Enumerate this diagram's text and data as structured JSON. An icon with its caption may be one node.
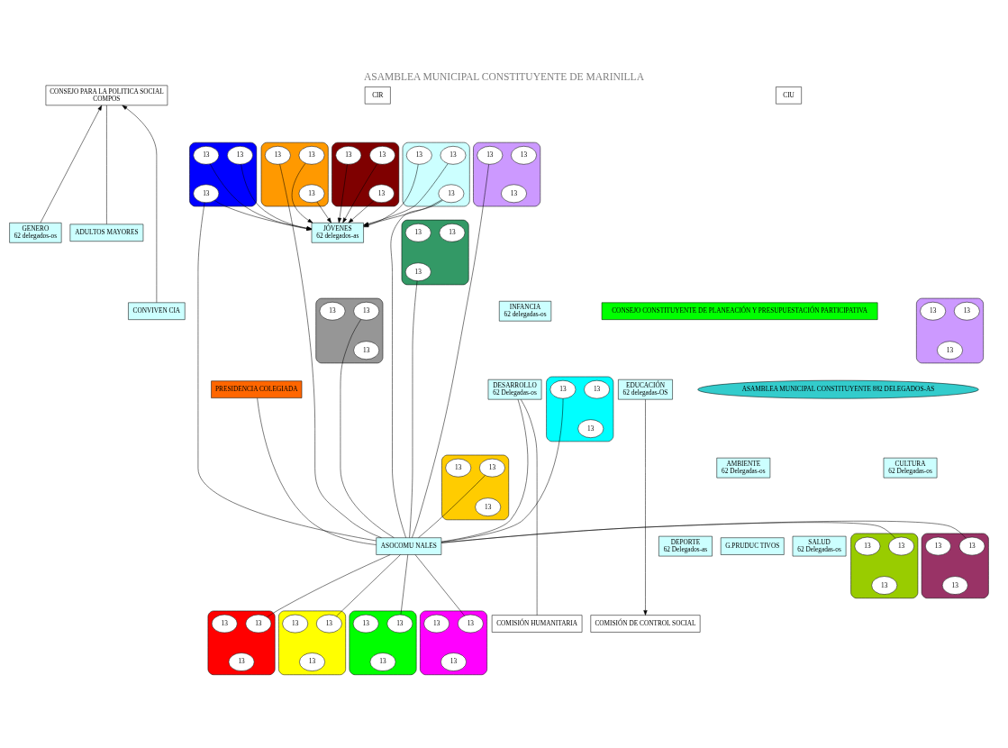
{
  "diagram": {
    "title": "ASAMBLEA MUNICIPAL CONSTITUYENTE DE MARINILLA",
    "nodes": [
      {
        "text": [
          "CONSEJO PARA LA POLITICA SOCIAL",
          "COMPOS"
        ]
      },
      {
        "text": [
          "CIR"
        ]
      },
      {
        "text": [],
        "shape": "ellipse"
      },
      {
        "text": [
          "13"
        ],
        "in": 2
      },
      {
        "text": [
          "13"
        ],
        "in": 2
      },
      {
        "text": [
          "13"
        ],
        "in": 2
      },
      {
        "text": [],
        "shape": "ellipse"
      },
      {
        "text": [
          "13"
        ],
        "in": 6
      },
      {
        "text": [
          "13"
        ],
        "in": 6
      },
      {
        "text": [
          "13"
        ],
        "in": 6
      },
      {
        "text": [],
        "shape": "ellipse"
      },
      {
        "text": [
          "13"
        ],
        "in": 10
      },
      {
        "text": [
          "13"
        ],
        "in": 10
      },
      {
        "text": [
          "13"
        ],
        "in": 10
      },
      {
        "text": [
          "CIU"
        ]
      },
      {
        "text": [],
        "shape": "ellipse"
      },
      {
        "text": [
          "13"
        ],
        "in": 15
      },
      {
        "text": [
          "13"
        ],
        "in": 15
      },
      {
        "text": [
          "13"
        ],
        "in": 15
      },
      {
        "text": [],
        "shape": "ellipse"
      },
      {
        "text": [
          "13"
        ],
        "in": 19
      },
      {
        "text": [
          "13"
        ],
        "in": 19
      },
      {
        "text": [
          "13"
        ],
        "in": 19
      },
      {
        "text": [
          "JÓVENES",
          "62 delegados-as"
        ]
      },
      {
        "text": [
          "GENERO",
          "62 delegados-os"
        ]
      },
      {
        "text": [
          "ADULTOS MAYORES"
        ]
      },
      {
        "text": [],
        "shape": "ellipse"
      },
      {
        "text": [
          "13"
        ],
        "in": 26
      },
      {
        "text": [
          "13"
        ],
        "in": 26
      },
      {
        "text": [
          "13"
        ],
        "in": 26
      },
      {
        "text": [
          "INFANCIA",
          "62 delegadas-os"
        ]
      },
      {
        "text": [
          "CONSEJO CONSTITUYENTE DE PLANEACIÓN Y PRESUPUESTACIÓN PARTICIPATIVA"
        ]
      },
      {
        "text": [
          "CONVIVEN CIA"
        ]
      },
      {
        "text": [],
        "shape": "ellipse"
      },
      {
        "text": [
          "13"
        ],
        "in": 33
      },
      {
        "text": [
          "13"
        ],
        "in": 33
      },
      {
        "text": [
          "13"
        ],
        "in": 33
      },
      {
        "text": [],
        "shape": "ellipse"
      },
      {
        "text": [
          "13"
        ],
        "in": 37
      },
      {
        "text": [
          "13"
        ],
        "in": 37
      },
      {
        "text": [
          "13"
        ],
        "in": 37
      },
      {
        "text": [
          "DESARROLLO",
          "62 Delegadas-os"
        ]
      },
      {
        "text": [
          "PRESIDENCIA COLEGIADA"
        ]
      },
      {
        "text": [
          "EDUCACIÓN",
          "62 delegadas-OS"
        ]
      },
      {
        "text": [
          "ASAMBLEA MUNICIPAL CONSTITUYENTE 882 DELEGADOS-AS"
        ]
      },
      {
        "text": [],
        "shape": "ellipse"
      },
      {
        "text": [
          "13"
        ],
        "in": 45
      },
      {
        "text": [
          "13"
        ],
        "in": 45
      },
      {
        "text": [
          "13"
        ],
        "in": 45
      },
      {
        "text": [
          "AMBIENTE",
          "62 Delegadas-os"
        ]
      },
      {
        "text": [
          "CULTURA",
          "62 Delegadas-os"
        ]
      },
      {
        "text": [],
        "shape": "ellipse"
      },
      {
        "text": [
          "13"
        ],
        "in": 51
      },
      {
        "text": [
          "13"
        ],
        "in": 51
      },
      {
        "text": [
          "13"
        ],
        "in": 51
      },
      {
        "text": [
          "DEPORTE",
          "62 Delegados-as"
        ]
      },
      {
        "text": [
          "ASOCOMU NALES"
        ]
      },
      {
        "text": [
          "G.PRUDUC TIVOS"
        ]
      },
      {
        "text": [
          "SALUD",
          "62 Delegadas-os"
        ]
      },
      {
        "text": [],
        "shape": "ellipse"
      },
      {
        "text": [
          "13"
        ],
        "in": 59
      },
      {
        "text": [
          "13"
        ],
        "in": 59
      },
      {
        "text": [
          "13"
        ],
        "in": 59
      },
      {
        "text": [],
        "shape": "ellipse"
      },
      {
        "text": [
          "13"
        ],
        "in": 63
      },
      {
        "text": [
          "13"
        ],
        "in": 63
      },
      {
        "text": [
          "13"
        ],
        "in": 63
      },
      {
        "text": [
          "COMISIÓN HUMANITARIA"
        ]
      },
      {
        "text": [],
        "shape": "ellipse"
      },
      {
        "text": [
          "13"
        ],
        "in": 68
      },
      {
        "text": [
          "13"
        ],
        "in": 68
      },
      {
        "text": [
          "13"
        ],
        "in": 68
      },
      {
        "text": [
          "COMISIÓN DE CONTROL SOCIAL"
        ]
      },
      {
        "text": [],
        "shape": "ellipse"
      },
      {
        "text": [
          "13"
        ],
        "in": 73
      },
      {
        "text": [
          "13"
        ],
        "in": 73
      },
      {
        "text": [
          "13"
        ],
        "in": 73
      },
      {
        "text": [],
        "shape": "ellipse"
      },
      {
        "text": [
          "13"
        ],
        "in": 77
      },
      {
        "text": [
          "13"
        ],
        "in": 77
      },
      {
        "text": [
          "13"
        ],
        "in": 77
      },
      {
        "text": [],
        "shape": "ellipse"
      },
      {
        "text": [
          "13"
        ],
        "in": 81
      },
      {
        "text": [
          "13"
        ],
        "in": 81
      },
      {
        "text": [
          "13"
        ],
        "in": 81
      }
    ],
    "edges": [
      {
        "from": 3,
        "to": 23,
        "arrow": "to"
      },
      {
        "from": 4,
        "to": 23,
        "arrow": "to"
      },
      {
        "from": 5,
        "to": 23,
        "arrow": "to"
      },
      {
        "from": 7,
        "to": 23,
        "arrow": "to"
      },
      {
        "from": 8,
        "to": 23,
        "arrow": "to"
      },
      {
        "from": 9,
        "to": 23,
        "arrow": "to"
      },
      {
        "from": 20,
        "to": 23,
        "arrow": "to"
      },
      {
        "from": 21,
        "to": 23,
        "arrow": "to"
      },
      {
        "from": 22,
        "to": 23,
        "arrow": "to"
      },
      {
        "from": 11,
        "to": 23,
        "arrow": "to"
      },
      {
        "from": 13,
        "to": 23,
        "arrow": "to"
      },
      {
        "from": 24,
        "to": 0,
        "arrow": "to"
      },
      {
        "from": 25,
        "to": 0,
        "arrow": "none"
      },
      {
        "from": 32,
        "to": 0,
        "arrow": "to"
      },
      {
        "from": 56,
        "to": 22,
        "arrow": "none"
      },
      {
        "from": 56,
        "to": 41,
        "arrow": "none"
      },
      {
        "from": 56,
        "to": 9,
        "arrow": "none"
      },
      {
        "from": 56,
        "to": 12,
        "arrow": "none"
      },
      {
        "from": 56,
        "to": 17,
        "arrow": "none"
      },
      {
        "from": 56,
        "to": 29,
        "arrow": "none"
      },
      {
        "from": 56,
        "to": 42,
        "arrow": "none"
      },
      {
        "from": 56,
        "to": 38,
        "arrow": "none"
      },
      {
        "from": 56,
        "to": 47,
        "arrow": "none"
      },
      {
        "from": 56,
        "to": 52,
        "arrow": "none"
      },
      {
        "from": 56,
        "to": 60,
        "arrow": "none"
      },
      {
        "from": 56,
        "to": 69,
        "arrow": "none"
      },
      {
        "from": 56,
        "to": 78,
        "arrow": "none"
      },
      {
        "from": 56,
        "to": 82,
        "arrow": "none"
      },
      {
        "from": 56,
        "to": 74,
        "arrow": "none"
      },
      {
        "from": 56,
        "to": 64,
        "arrow": "none"
      },
      {
        "from": 41,
        "to": 67,
        "arrow": "none"
      },
      {
        "from": 43,
        "to": 72,
        "arrow": "to"
      }
    ]
  }
}
